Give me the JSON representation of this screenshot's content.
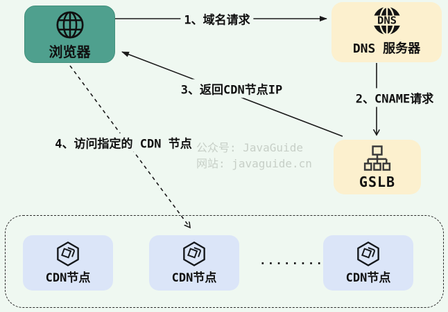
{
  "colors": {
    "background": "#EFF8F1",
    "browser_box": "#4FA08E",
    "dns_gslb_box": "#FCF0CE",
    "cdn_box": "#DBE5F8",
    "line": "#1A1A1A",
    "watermark_text": "#C7CFC7"
  },
  "nodes": {
    "browser": {
      "label": "浏览器",
      "icon": "globe-icon"
    },
    "dns": {
      "label": "DNS 服务器",
      "icon": "dns-globe-icon",
      "icon_text": "DNS"
    },
    "gslb": {
      "label": "GSLB",
      "icon": "sitemap-icon"
    },
    "cdn_nodes": [
      {
        "label": "CDN节点"
      },
      {
        "label": "CDN节点"
      },
      {
        "label": "CDN节点"
      }
    ],
    "cdn_icon": "hexagon-package-icon"
  },
  "edges": {
    "e1": {
      "label": "1、域名请求"
    },
    "e2": {
      "label": "2、CNAME请求"
    },
    "e3": {
      "label": "3、返回CDN节点IP"
    },
    "e4": {
      "label": "4、访问指定的 CDN 节点"
    }
  },
  "ellipsis": "........",
  "watermark": {
    "line1": "公众号: JavaGuide",
    "line2": "网站: javaguide.cn"
  }
}
